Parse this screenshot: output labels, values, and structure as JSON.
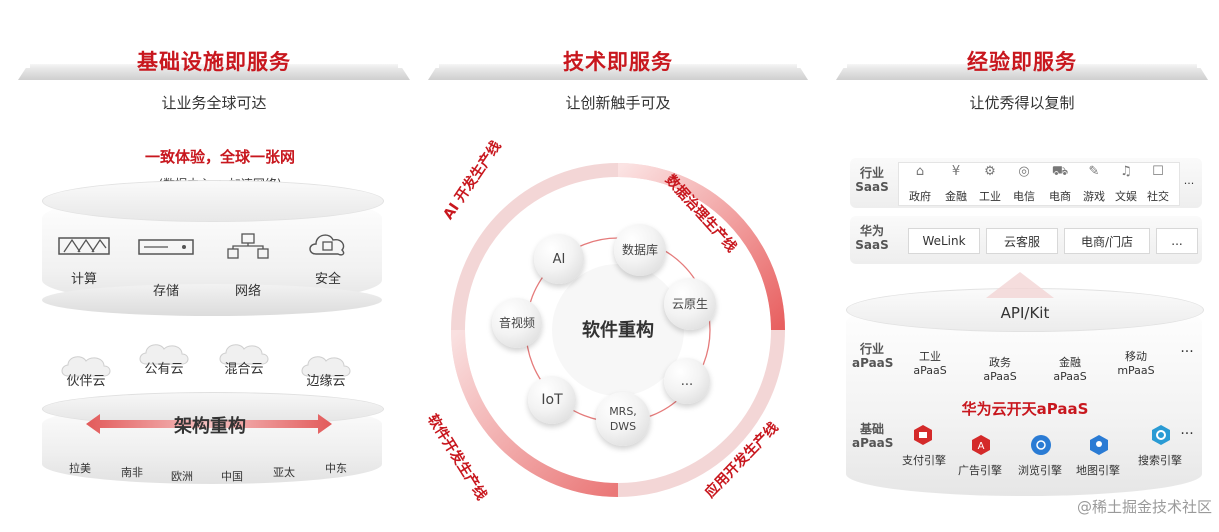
{
  "columns": [
    {
      "title": "基础设施即服务",
      "subtitle": "让业务全球可达"
    },
    {
      "title": "技术即服务",
      "subtitle": "让创新触手可及"
    },
    {
      "title": "经验即服务",
      "subtitle": "让优秀得以复制"
    }
  ],
  "iaas": {
    "headline": "一致体验，全球一张网",
    "note": "(数据中心 + 加速网络)",
    "resources": [
      "计算",
      "存储",
      "网络",
      "安全"
    ],
    "clouds": [
      "伙伴云",
      "公有云",
      "混合云",
      "边缘云"
    ],
    "center": "架构重构",
    "regions": [
      "拉美",
      "南非",
      "欧洲",
      "中国",
      "亚太",
      "中东"
    ]
  },
  "taas": {
    "center": "软件重构",
    "nodes": [
      "AI",
      "数据库",
      "云原生",
      "...",
      "MRS,\nDWS",
      "IoT",
      "音视频"
    ],
    "arc_labels": [
      "AI 开发生产线",
      "数据治理生产线",
      "软件开发生产线",
      "应用开发生产线"
    ]
  },
  "eaas": {
    "row1_label": "行业\nSaaS",
    "row1_items": [
      "政府",
      "金融",
      "工业",
      "电信",
      "电商",
      "游戏",
      "文娱",
      "社交"
    ],
    "row1_more": "...",
    "row2_label": "华为\nSaaS",
    "row2_items": [
      "WeLink",
      "云客服",
      "电商/门店",
      "..."
    ],
    "api": "API/Kit",
    "apaas_label": "行业\naPaaS",
    "apaas_items": [
      "工业\naPaaS",
      "政务\naPaaS",
      "金融\naPaaS",
      "移动\nmPaaS"
    ],
    "apaas_more": "···",
    "open_label": "华为云开天aPaaS",
    "base_label": "基础\naPaaS",
    "base_items": [
      "支付引擎",
      "广告引擎",
      "浏览引擎",
      "地图引擎",
      "搜索引擎"
    ],
    "base_more": "···"
  },
  "watermark": "@稀土掘金技术社区",
  "colors": {
    "accent": "#c8171e",
    "text": "#333333"
  }
}
